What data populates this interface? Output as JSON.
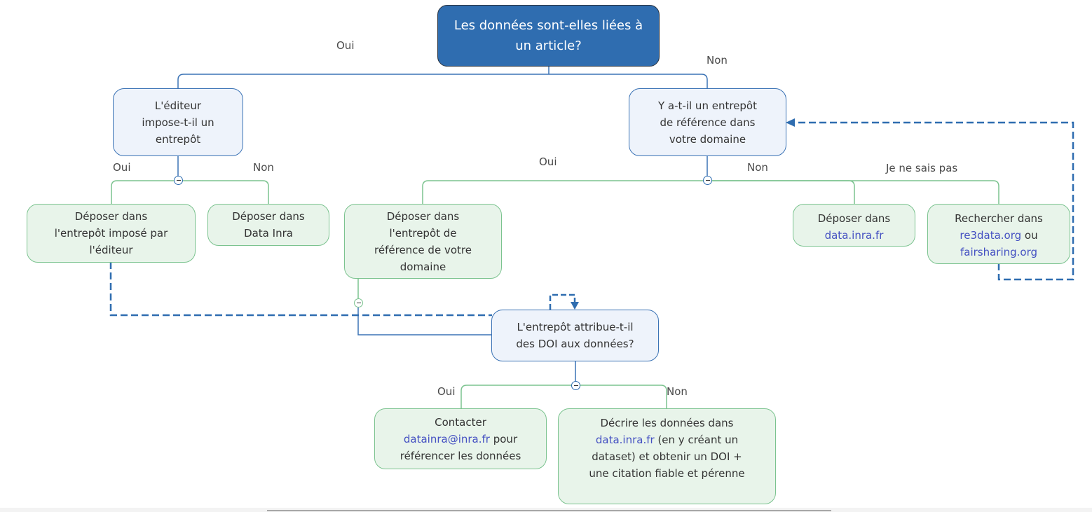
{
  "colors": {
    "root_fill": "#2f6db0",
    "question_fill": "#eef3fb",
    "question_border": "#3b73b5",
    "answer_fill": "#e8f4ea",
    "answer_border": "#7bc38f",
    "link_text": "#4450c2",
    "dashed_connector": "#2f6db0"
  },
  "nodes": {
    "root": {
      "lines": [
        "Les données sont-elles liées à",
        "un article?"
      ]
    },
    "editeur": {
      "lines": [
        "L'éditeur",
        "impose-t-il un",
        "entrepôt"
      ]
    },
    "entrepot_ref": {
      "lines": [
        "Y a-t-il un entrepôt",
        "de référence dans",
        "votre domaine"
      ]
    },
    "deposer_impose": {
      "lines": [
        "Déposer dans",
        "l'entrepôt imposé par",
        "l'éditeur"
      ]
    },
    "deposer_data_inra": {
      "lines": [
        "Déposer dans",
        "Data Inra"
      ]
    },
    "deposer_ref": {
      "lines": [
        "Déposer dans",
        "l'entrepôt de",
        "référence de votre",
        "domaine"
      ]
    },
    "deposer_data_inra_fr": {
      "line1": "Déposer dans",
      "link": "data.inra.fr"
    },
    "rechercher": {
      "line1": "Rechercher dans",
      "link1": "re3data.org",
      "mid": " ou",
      "link2": "fairsharing.org"
    },
    "doi": {
      "lines": [
        "L'entrepôt attribue-t-il",
        "des DOI aux données?"
      ]
    },
    "contacter": {
      "line1": "Contacter",
      "link": "datainra@inra.fr",
      "after_link": " pour",
      "line3": "référencer les données"
    },
    "decrire": {
      "line1": "Décrire les données dans",
      "link": "data.inra.fr",
      "after_link": " (en y créant un",
      "line3": "dataset) et obtenir un DOI +",
      "line4": "une citation fiable et pérenne"
    }
  },
  "edge_labels": {
    "root_oui": "Oui",
    "root_non": "Non",
    "editeur_oui": "Oui",
    "editeur_non": "Non",
    "ref_oui": "Oui",
    "ref_non": "Non",
    "ref_je_ne_sais_pas": "Je ne sais pas",
    "doi_oui": "Oui",
    "doi_non": "Non"
  },
  "toggles": {
    "collapse_symbol": "−"
  }
}
